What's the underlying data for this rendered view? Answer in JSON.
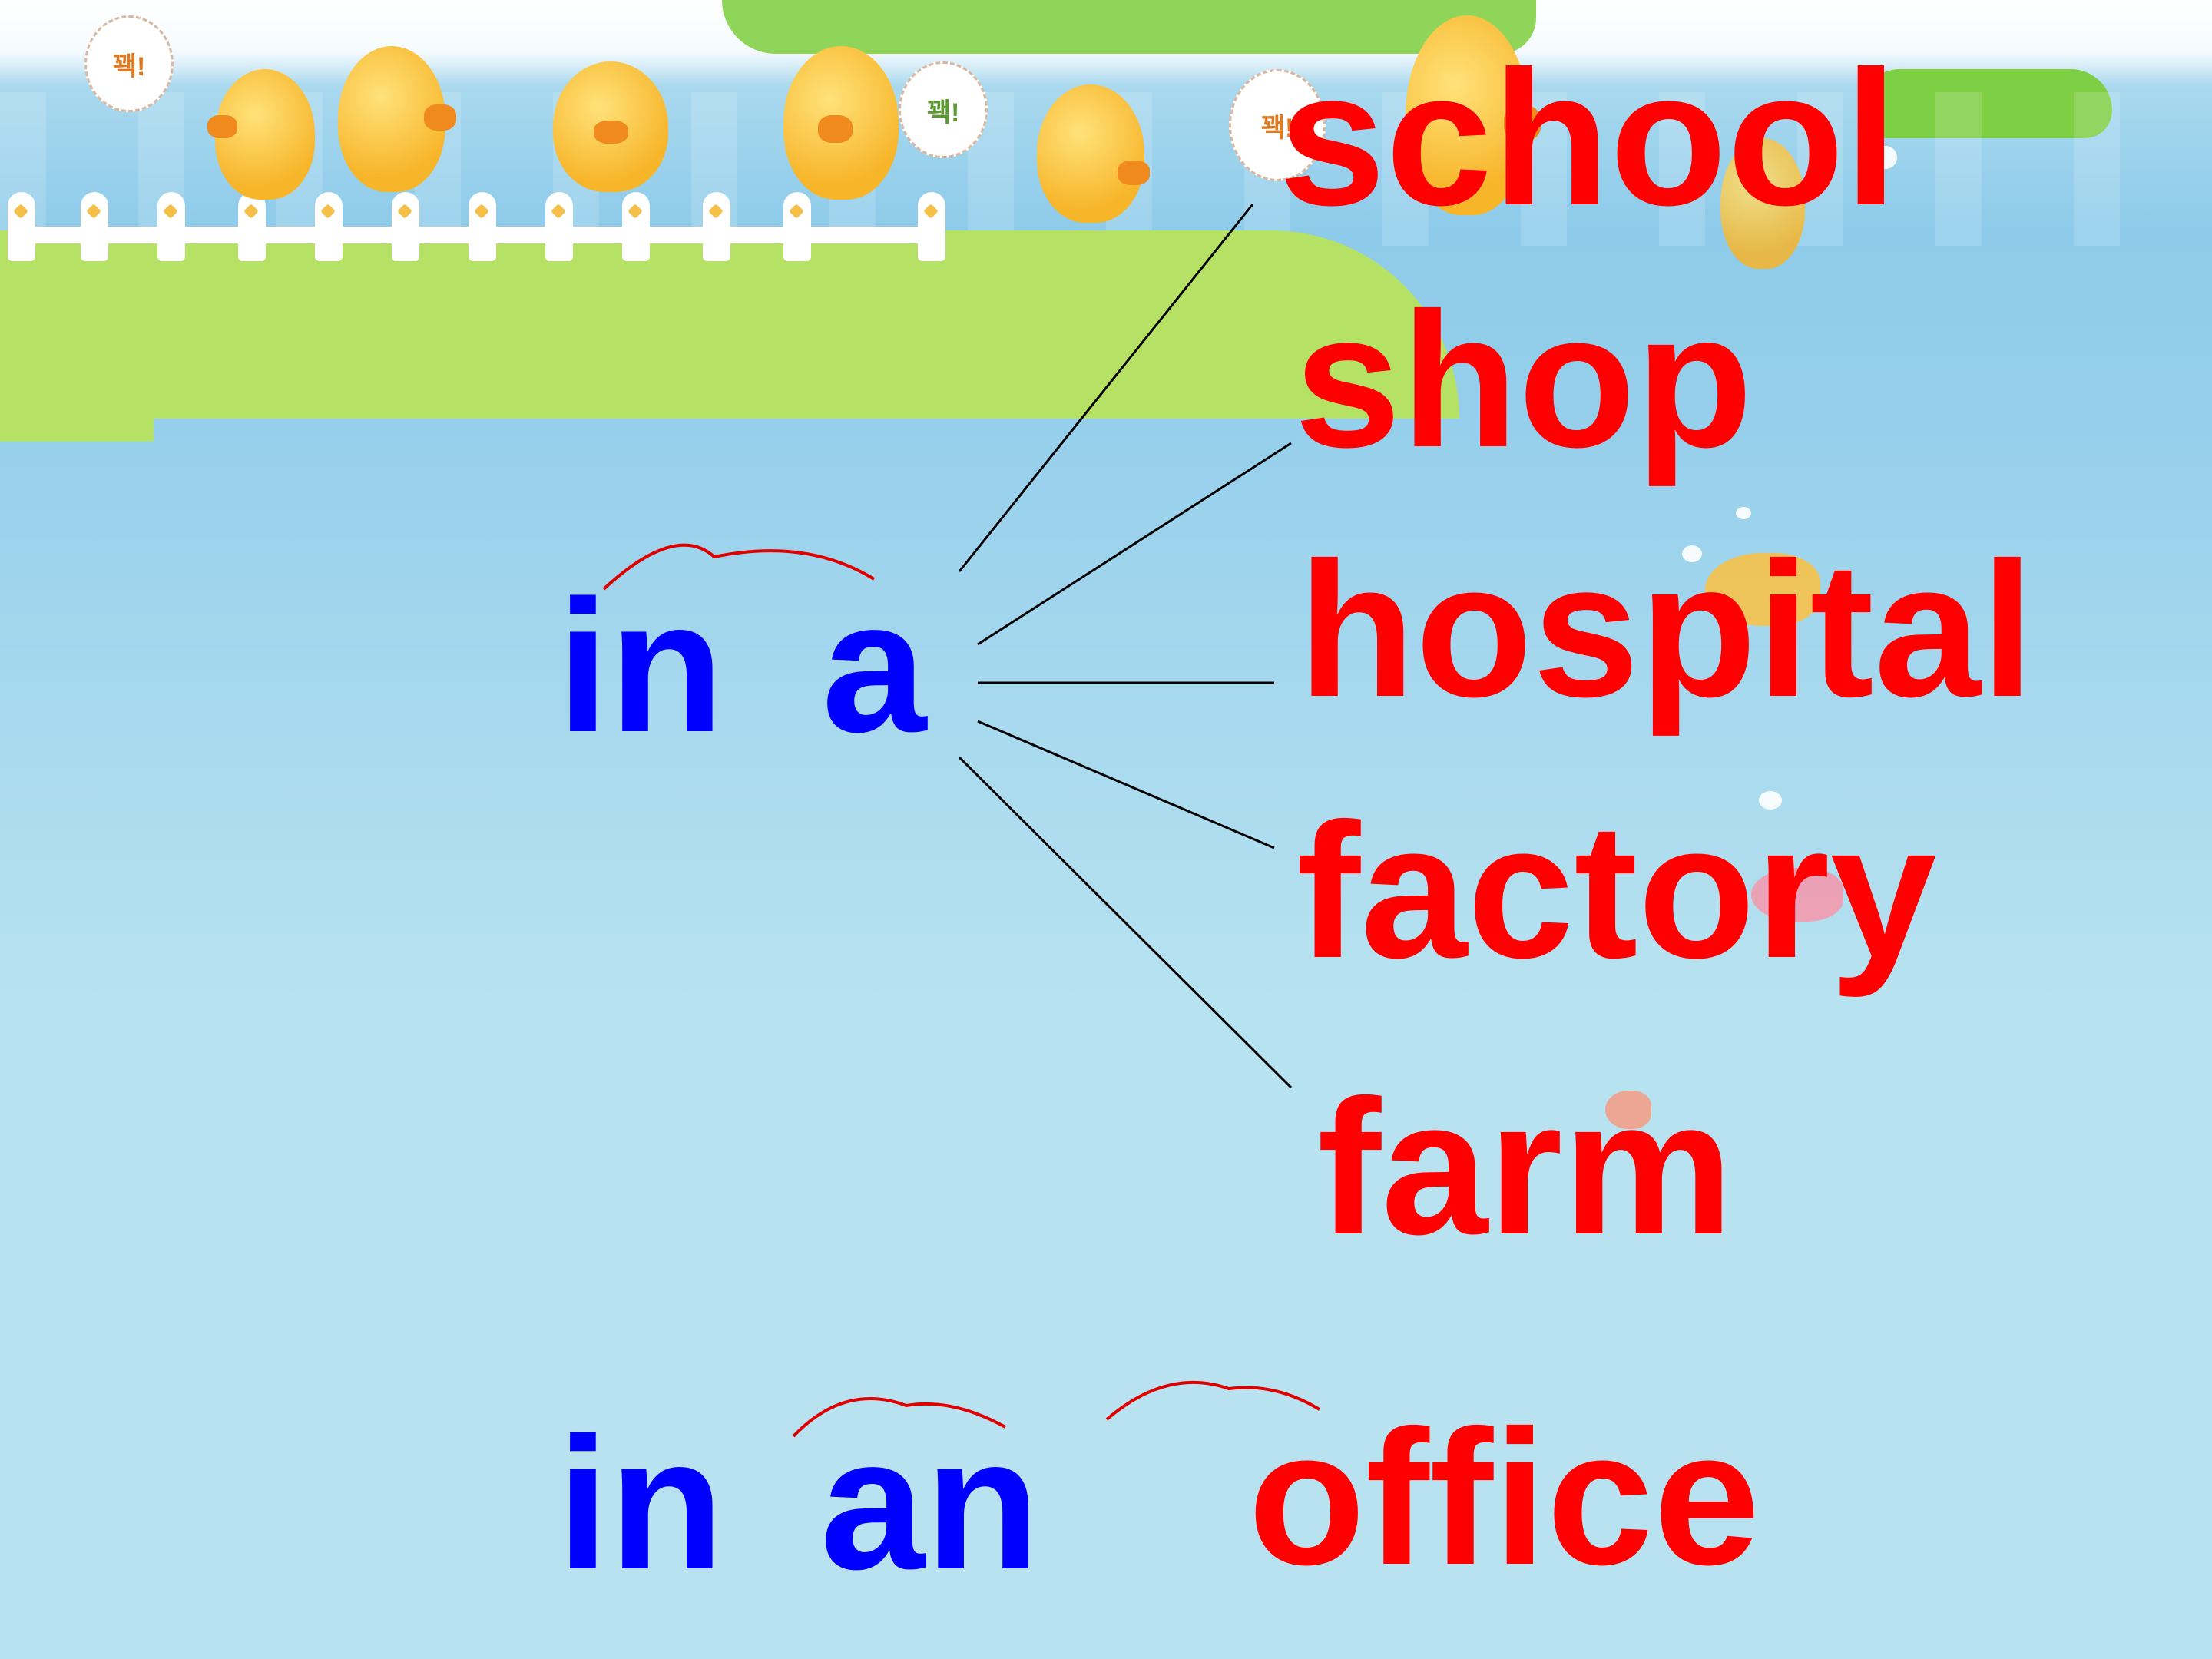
{
  "slide": {
    "background": {
      "theme": "cartoon ducks swimming in a pond with fence and meadow",
      "speech_bubbles": [
        "꽥!",
        "꽥!",
        "꽥!"
      ]
    },
    "phrase_a": {
      "preposition": "in",
      "article": "a",
      "color": "#0000ff",
      "linking_arc_color": "#e00000"
    },
    "nouns_a": [
      {
        "label": "school"
      },
      {
        "label": "shop"
      },
      {
        "label": "hospital"
      },
      {
        "label": "factory"
      },
      {
        "label": "farm"
      }
    ],
    "noun_color": "#ff0000",
    "connector_line_color": "#000000",
    "phrase_an": {
      "preposition": "in",
      "article": "an",
      "noun": "office"
    }
  }
}
